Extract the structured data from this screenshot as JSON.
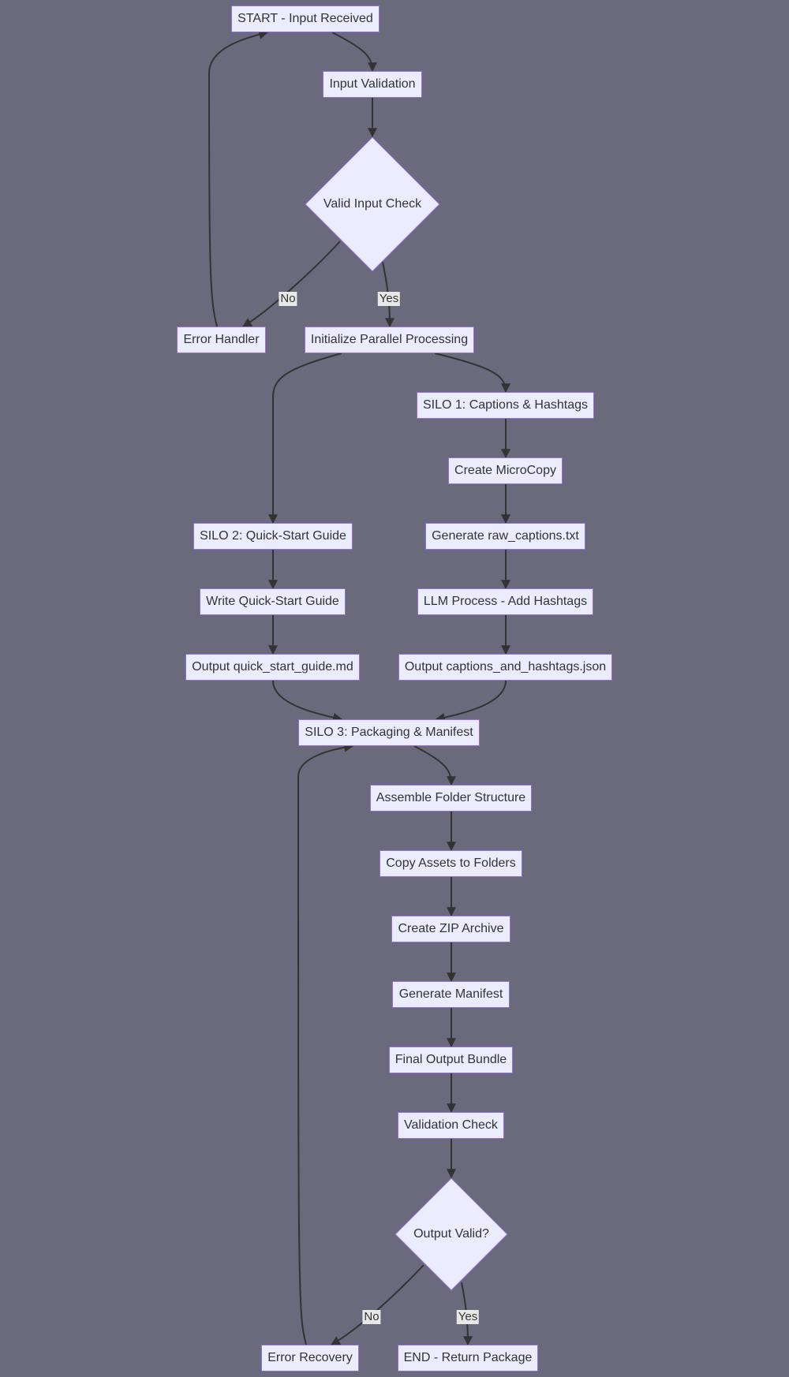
{
  "nodes": {
    "start": "START - Input Received",
    "input_validation": "Input Validation",
    "valid_input_check": "Valid Input Check",
    "error_handler": "Error Handler",
    "init_parallel": "Initialize Parallel Processing",
    "silo1": "SILO 1: Captions & Hashtags",
    "create_microcopy": "Create MicroCopy",
    "generate_raw_captions": "Generate raw_captions.txt",
    "llm_process": "LLM Process - Add Hashtags",
    "output_captions": "Output captions_and_hashtags.json",
    "silo2": "SILO 2: Quick-Start Guide",
    "write_guide": "Write Quick-Start Guide",
    "output_guide": "Output quick_start_guide.md",
    "silo3": "SILO 3: Packaging & Manifest",
    "assemble_folders": "Assemble Folder Structure",
    "copy_assets": "Copy Assets to Folders",
    "create_zip": "Create ZIP Archive",
    "generate_manifest": "Generate Manifest",
    "final_bundle": "Final Output Bundle",
    "validation_check": "Validation Check",
    "output_valid": "Output Valid?",
    "error_recovery": "Error Recovery",
    "end": "END - Return Package"
  },
  "edge_labels": {
    "input_no": "No",
    "input_yes": "Yes",
    "output_no": "No",
    "output_yes": "Yes"
  },
  "colors": {
    "background": "#6a6a7c",
    "node_fill": "#ececff",
    "node_border": "#9370db",
    "edge": "#333333"
  }
}
